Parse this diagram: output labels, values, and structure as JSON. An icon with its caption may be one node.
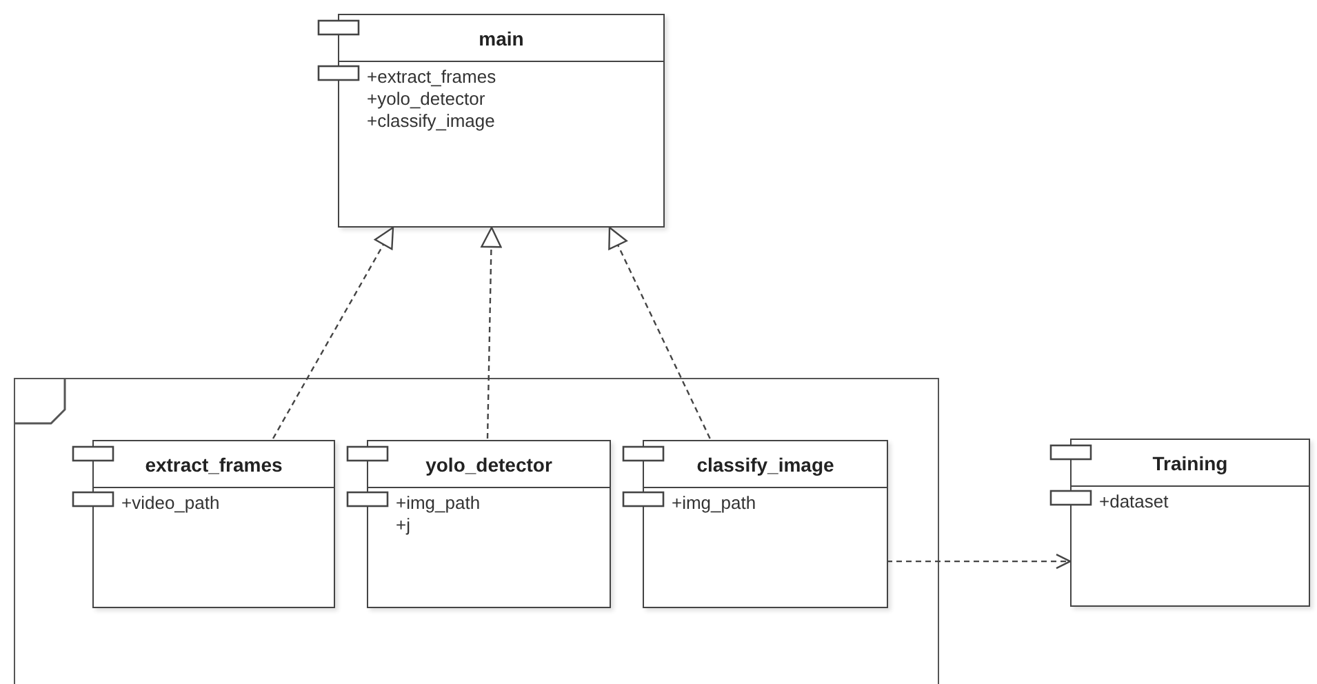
{
  "diagram": {
    "nodes": [
      {
        "text": [
          "main",
          "+extract_frames",
          "+yolo_detector",
          "+classify_image"
        ]
      },
      {
        "text": [],
        "shape": "box"
      },
      {
        "text": [
          "extract_frames",
          "+video_path"
        ],
        "in": 1
      },
      {
        "text": [
          "yolo_detector",
          "+img_path",
          "+j"
        ],
        "in": 1
      },
      {
        "text": [
          "classify_image",
          "+img_path"
        ],
        "in": 1
      },
      {
        "text": [
          "Training",
          "+dataset"
        ]
      }
    ],
    "edges": [
      {
        "from": 2,
        "to": 0,
        "arrow": "to",
        "style": "dashed"
      },
      {
        "from": 3,
        "to": 0,
        "arrow": "to",
        "style": "dashed"
      },
      {
        "from": 4,
        "to": 0,
        "arrow": "to",
        "style": "dashed"
      },
      {
        "from": 4,
        "to": 5,
        "arrow": "to",
        "style": "dashed"
      }
    ]
  }
}
